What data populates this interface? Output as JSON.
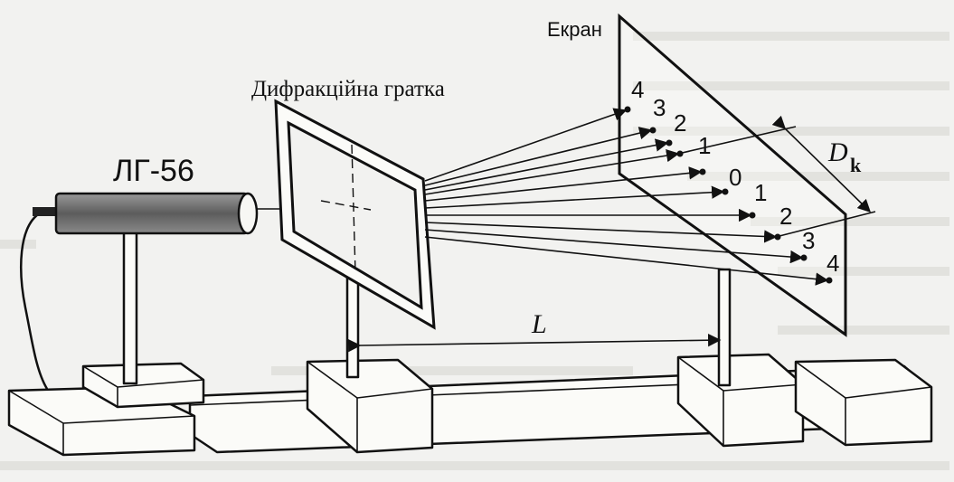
{
  "labels": {
    "laser": "ЛГ-56",
    "grating": "Дифракційна гратка",
    "screen": "Екран",
    "distance": "L",
    "dk_main": "D",
    "dk_sub": "k"
  },
  "orders": {
    "upper": [
      "4",
      "3",
      "2",
      "1"
    ],
    "center": "0",
    "lower": [
      "1",
      "2",
      "3",
      "4"
    ]
  },
  "colors": {
    "ink": "#111111",
    "background": "#f2f2f0",
    "laser_body": "#7a7a7a"
  }
}
